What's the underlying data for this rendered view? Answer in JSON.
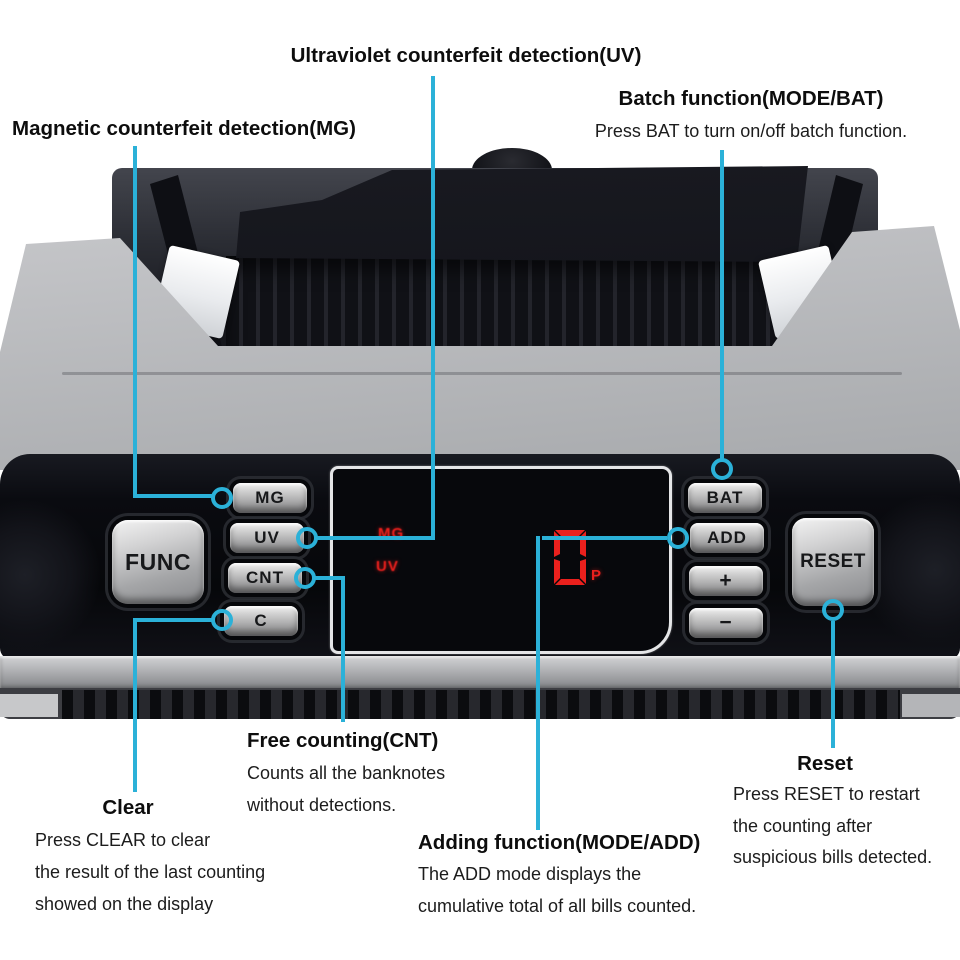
{
  "colors": {
    "leader_line": "#2bb1d8",
    "led_red": "#ea201d",
    "background": "#ffffff"
  },
  "annotations": {
    "mg": {
      "title": "Magnetic counterfeit detection(MG)"
    },
    "uv": {
      "title": "Ultraviolet counterfeit detection(UV)"
    },
    "batch": {
      "title": "Batch function(MODE/BAT)",
      "body": "Press BAT to turn on/off batch function."
    },
    "cnt": {
      "title": "Free counting(CNT)",
      "body_lines": [
        "Counts all the banknotes",
        "without detections."
      ]
    },
    "clear": {
      "title": "Clear",
      "body_lines": [
        "Press CLEAR to clear",
        "the result of the last counting",
        "showed on the display"
      ]
    },
    "add": {
      "title": "Adding function(MODE/ADD)",
      "body_lines": [
        "The ADD mode displays the",
        "cumulative total of all bills counted."
      ]
    },
    "reset": {
      "title": "Reset",
      "body_lines": [
        "Press RESET to restart",
        "the counting after",
        "suspicious bills detected."
      ]
    }
  },
  "machine": {
    "buttons": {
      "func": "FUNC",
      "mg": "MG",
      "uv": "UV",
      "cnt": "CNT",
      "c": "C",
      "bat": "BAT",
      "add": "ADD",
      "plus": "+",
      "minus": "−",
      "reset": "RESET"
    },
    "display": {
      "indicator_mg": "MG",
      "indicator_uv": "UV",
      "count_value": "0",
      "count_unit": "P"
    }
  }
}
